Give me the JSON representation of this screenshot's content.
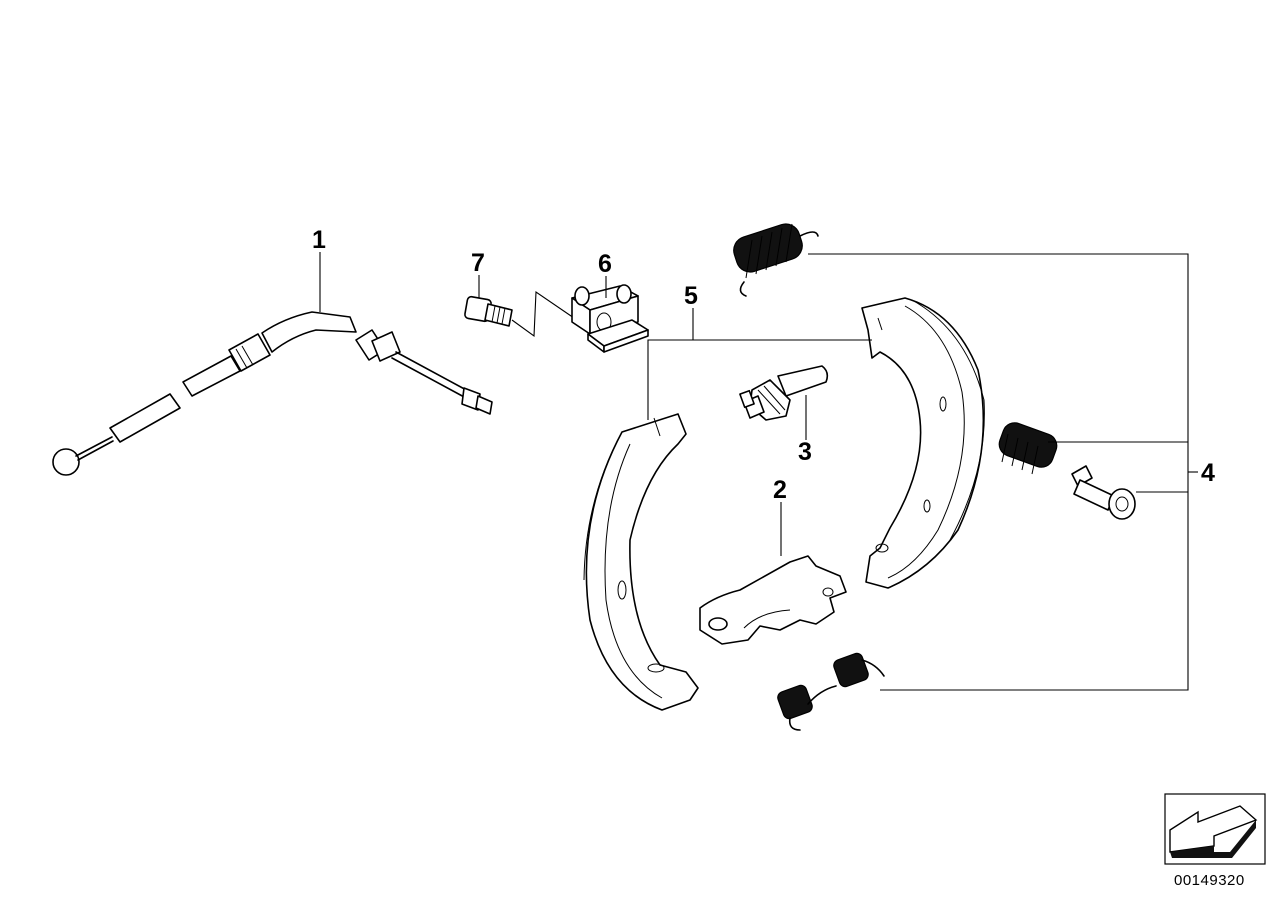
{
  "callouts": {
    "n1": "1",
    "n2": "2",
    "n3": "3",
    "n4": "4",
    "n5": "5",
    "n6": "6",
    "n7": "7"
  },
  "reference_number": "00149320",
  "icons": {
    "orientation": "arrow-direction-icon"
  }
}
